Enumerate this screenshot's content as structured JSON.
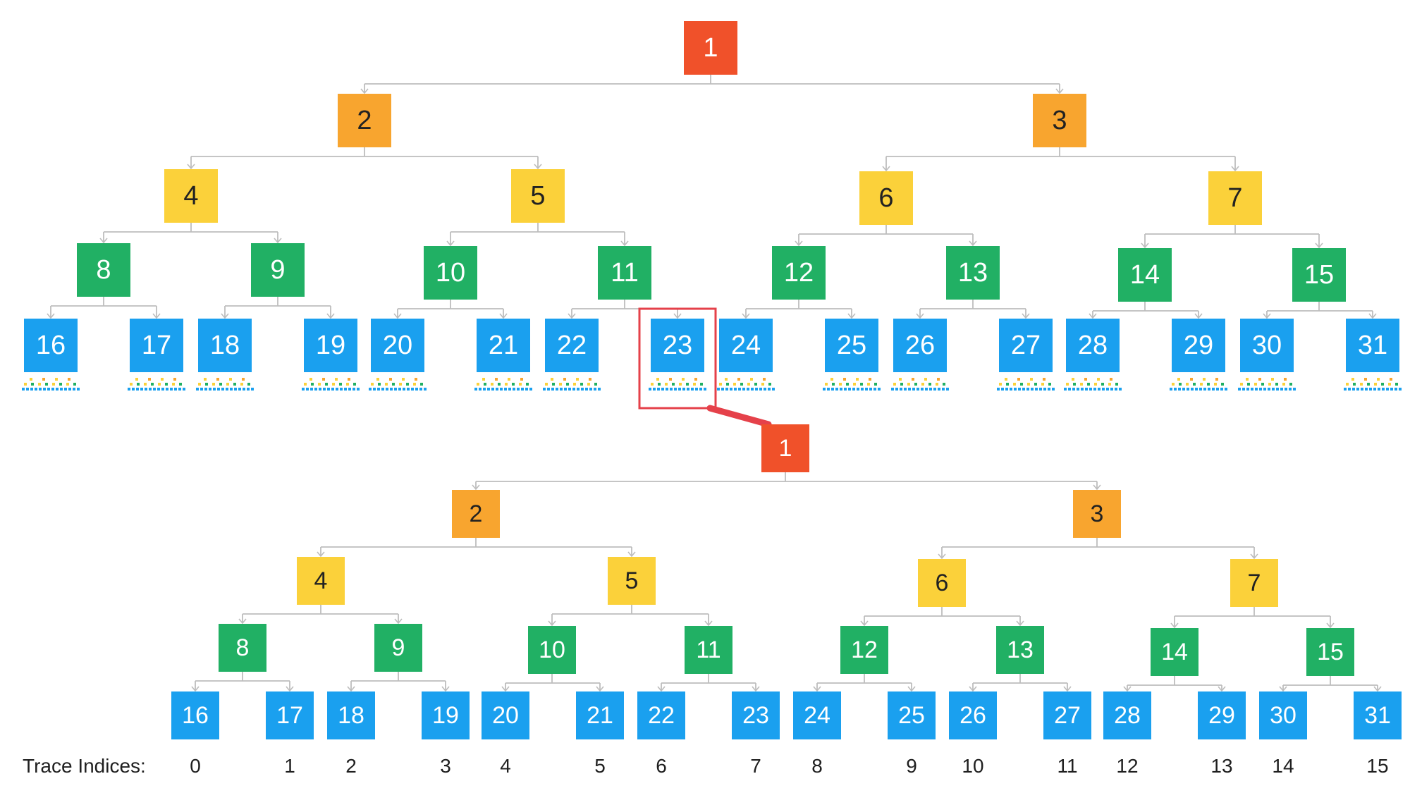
{
  "colors": {
    "level0": "#f0512a",
    "level1": "#f8a52f",
    "level2": "#fbd13a",
    "level3": "#21b064",
    "level4": "#1aa0ef",
    "edge": "#bdbdbd",
    "highlight": "#e5414a",
    "dark_text": "#222222",
    "light_text": "#ffffff"
  },
  "top_tree": {
    "node_labels": [
      "1",
      "2",
      "3",
      "4",
      "5",
      "6",
      "7",
      "8",
      "9",
      "10",
      "11",
      "12",
      "13",
      "14",
      "15",
      "16",
      "17",
      "18",
      "19",
      "20",
      "21",
      "22",
      "23",
      "24",
      "25",
      "26",
      "27",
      "28",
      "29",
      "30",
      "31"
    ],
    "highlighted_node": "23"
  },
  "bottom_tree": {
    "node_labels": [
      "1",
      "2",
      "3",
      "4",
      "5",
      "6",
      "7",
      "8",
      "9",
      "10",
      "11",
      "12",
      "13",
      "14",
      "15",
      "16",
      "17",
      "18",
      "19",
      "20",
      "21",
      "22",
      "23",
      "24",
      "25",
      "26",
      "27",
      "28",
      "29",
      "30",
      "31"
    ]
  },
  "trace": {
    "label": "Trace Indices:",
    "indices": [
      "0",
      "1",
      "2",
      "3",
      "4",
      "5",
      "6",
      "7",
      "8",
      "9",
      "10",
      "11",
      "12",
      "13",
      "14",
      "15"
    ]
  }
}
